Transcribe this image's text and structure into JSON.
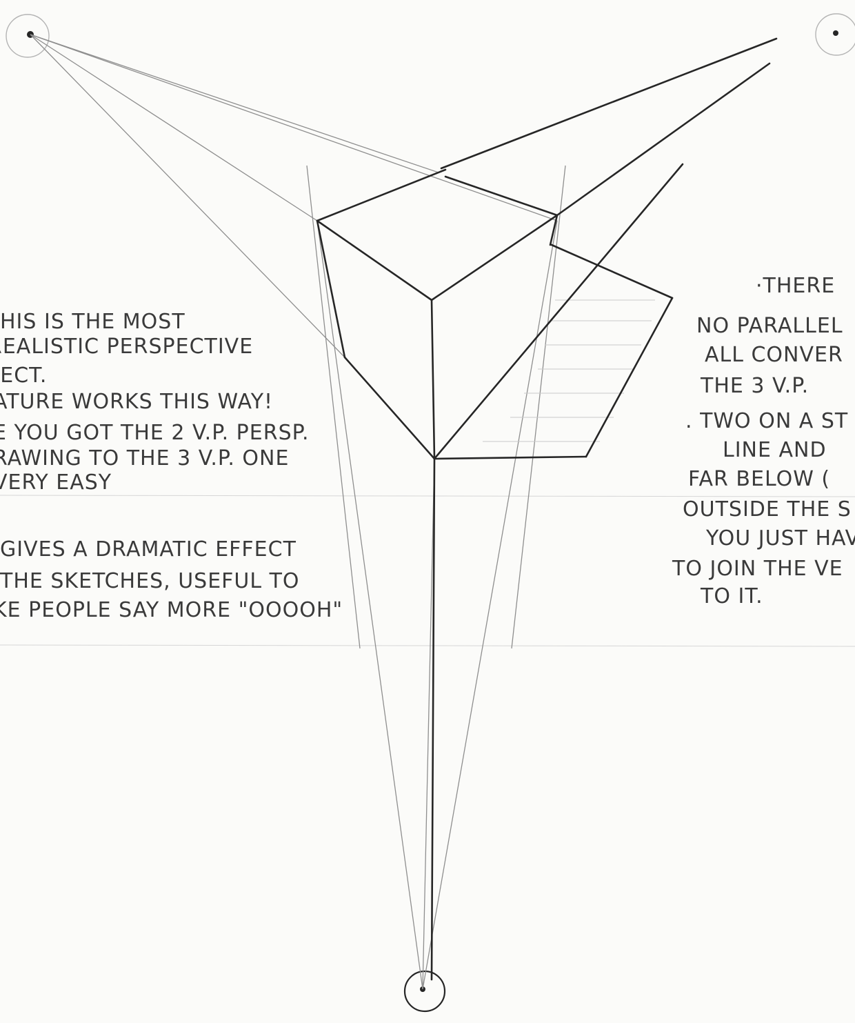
{
  "notes": {
    "left": [
      "HIS IS THE MOST",
      "REALISTIC PERSPECTIVE",
      "FECT.",
      "ATURE WORKS THIS WAY!",
      "E YOU GOT THE 2 V.P. PERSP.",
      "RAWING TO THE 3 V.P. ONE",
      "VERY EASY",
      "GIVES A DRAMATIC EFFECT",
      "THE SKETCHES, USEFUL TO",
      "KE PEOPLE SAY MORE \"OOOOH\""
    ],
    "right": [
      "·THERE",
      "NO PARALLEL",
      "ALL CONVER",
      "THE 3 V.P.",
      ". TWO ON A ST",
      "LINE AND",
      "FAR BELOW (",
      "OUTSIDE THE S",
      "YOU JUST HAV",
      "TO JOIN THE VE",
      "TO IT."
    ]
  },
  "vanishing_points": [
    "top-left",
    "top-right",
    "bottom"
  ],
  "colors": {
    "paper": "#fbfbf9",
    "ink": "#262626",
    "pencil": "#8e8e8e",
    "faint": "#c9c9c9",
    "text": "#3a3a3a"
  }
}
